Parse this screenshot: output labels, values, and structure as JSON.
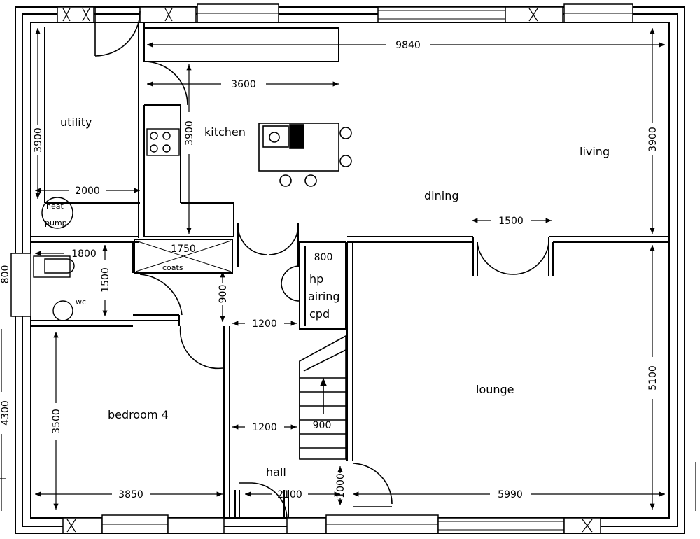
{
  "rooms": {
    "utility": "utility",
    "kitchen": "kitchen",
    "living": "living",
    "dining": "dining",
    "lounge": "lounge",
    "bedroom4": "bedroom 4",
    "hall": "hall",
    "hp_line1": "hp",
    "hp_line2": "airing",
    "hp_line3": "cpd",
    "wc": "wc",
    "coats": "coats",
    "heat_pump_line1": "heat",
    "heat_pump_line2": "pump"
  },
  "dimensions": {
    "d9840": "9840",
    "d3600": "3600",
    "d3900_utility": "3900",
    "d3900_kitchen": "3900",
    "d3900_living": "3900",
    "d2000": "2000",
    "d1800": "1800",
    "d1750": "1750",
    "d1500_wc": "1500",
    "d1500_doors": "1500",
    "d800_cpd": "800",
    "d900_hall": "900",
    "d1200_top": "1200",
    "d1200_mid": "1200",
    "d3500": "3500",
    "d900_stair": "900",
    "d5100": "5100",
    "d3850": "3850",
    "d2100": "2100",
    "d1000": "1000",
    "d5990": "5990",
    "d800_left": "800",
    "d4300_left": "4300"
  }
}
